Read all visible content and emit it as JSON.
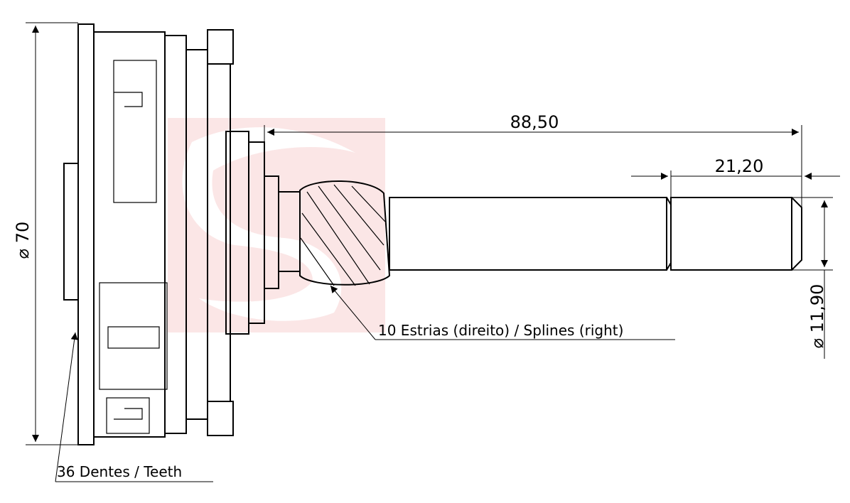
{
  "dimensions": {
    "overall_diameter": "⌀ 70",
    "shaft_length": "88,50",
    "end_length": "21,20",
    "shaft_diameter": "⌀ 11,90"
  },
  "callouts": {
    "splines": "10 Estrias (direito) / Splines (right)",
    "teeth": "36 Dentes / Teeth"
  },
  "colors": {
    "line": "#000000",
    "watermark": "#e8a0a0"
  }
}
